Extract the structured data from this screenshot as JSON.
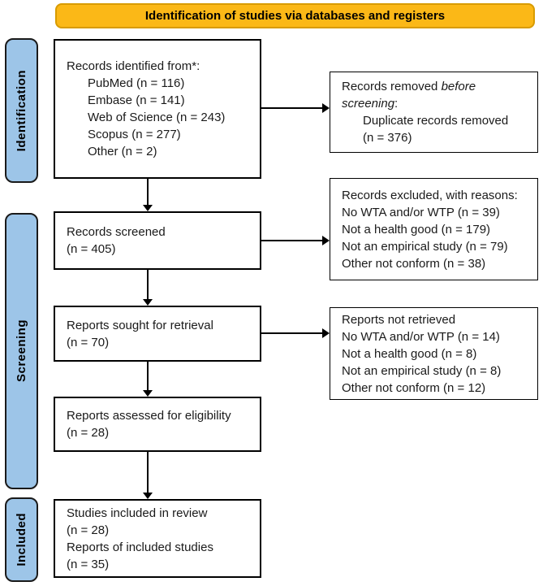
{
  "header": {
    "label": "Identification of studies via databases and registers"
  },
  "colors": {
    "banner_bg": "#FBB817",
    "banner_border": "#D89B00",
    "stage_bg": "#9DC5E8",
    "box_border": "#000000",
    "arrow": "#000000"
  },
  "stages": [
    {
      "label": "Identification"
    },
    {
      "label": "Screening"
    },
    {
      "label": "Included"
    }
  ],
  "boxes": {
    "records_identified": {
      "title": "Records identified from*:",
      "items": [
        "PubMed (n = 116)",
        "Embase (n = 141)",
        "Web of Science (n = 243)",
        "Scopus (n = 277)",
        "Other (n = 2)"
      ]
    },
    "records_removed": {
      "line1_normal": "Records removed ",
      "line1_italic": "before",
      "line2_italic": "screening",
      "line2_normal": ":",
      "items": [
        "Duplicate records removed",
        "(n = 376)"
      ]
    },
    "records_screened": {
      "lines": [
        "Records screened",
        "(n = 405)"
      ]
    },
    "records_excluded": {
      "lines": [
        "Records excluded, with reasons:",
        "No WTA and/or WTP (n = 39)",
        "Not a health good (n = 179)",
        "Not an empirical study (n = 79)",
        "Other not conform (n = 38)"
      ]
    },
    "reports_sought": {
      "lines": [
        "Reports sought for retrieval",
        "(n = 70)"
      ]
    },
    "reports_not_retrieved": {
      "lines": [
        "Reports not retrieved",
        "No WTA and/or WTP (n = 14)",
        "Not a health good (n = 8)",
        "Not an empirical study (n = 8)",
        "Other not conform (n = 12)"
      ]
    },
    "reports_assessed": {
      "lines": [
        "Reports assessed for eligibility",
        "(n = 28)"
      ]
    },
    "studies_included": {
      "lines": [
        "Studies included in review",
        "(n = 28)",
        "Reports of included studies",
        "(n = 35)"
      ]
    }
  }
}
